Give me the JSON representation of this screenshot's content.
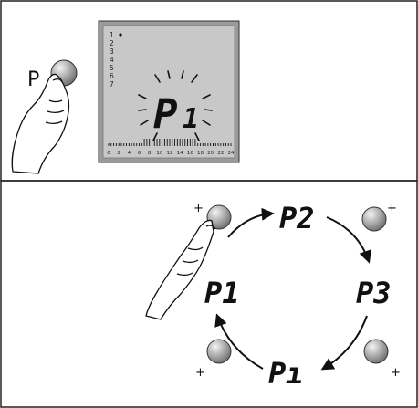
{
  "top_panel": {
    "button_label": "P",
    "display": {
      "day_numbers": [
        "1",
        "2",
        "3",
        "4",
        "5",
        "6",
        "7"
      ],
      "active_day": "1",
      "program_text": "P",
      "program_digit": "1",
      "hour_ticks": [
        "0",
        "2",
        "4",
        "6",
        "8",
        "10",
        "12",
        "14",
        "16",
        "18",
        "20",
        "22",
        "24"
      ]
    }
  },
  "bottom_panel": {
    "cycle": [
      {
        "id": "p2",
        "text": "P2"
      },
      {
        "id": "p3",
        "text": "P3"
      },
      {
        "id": "p1-short",
        "text": "Pı"
      },
      {
        "id": "p1",
        "text": "P1"
      }
    ],
    "plus_sign": "+"
  }
}
